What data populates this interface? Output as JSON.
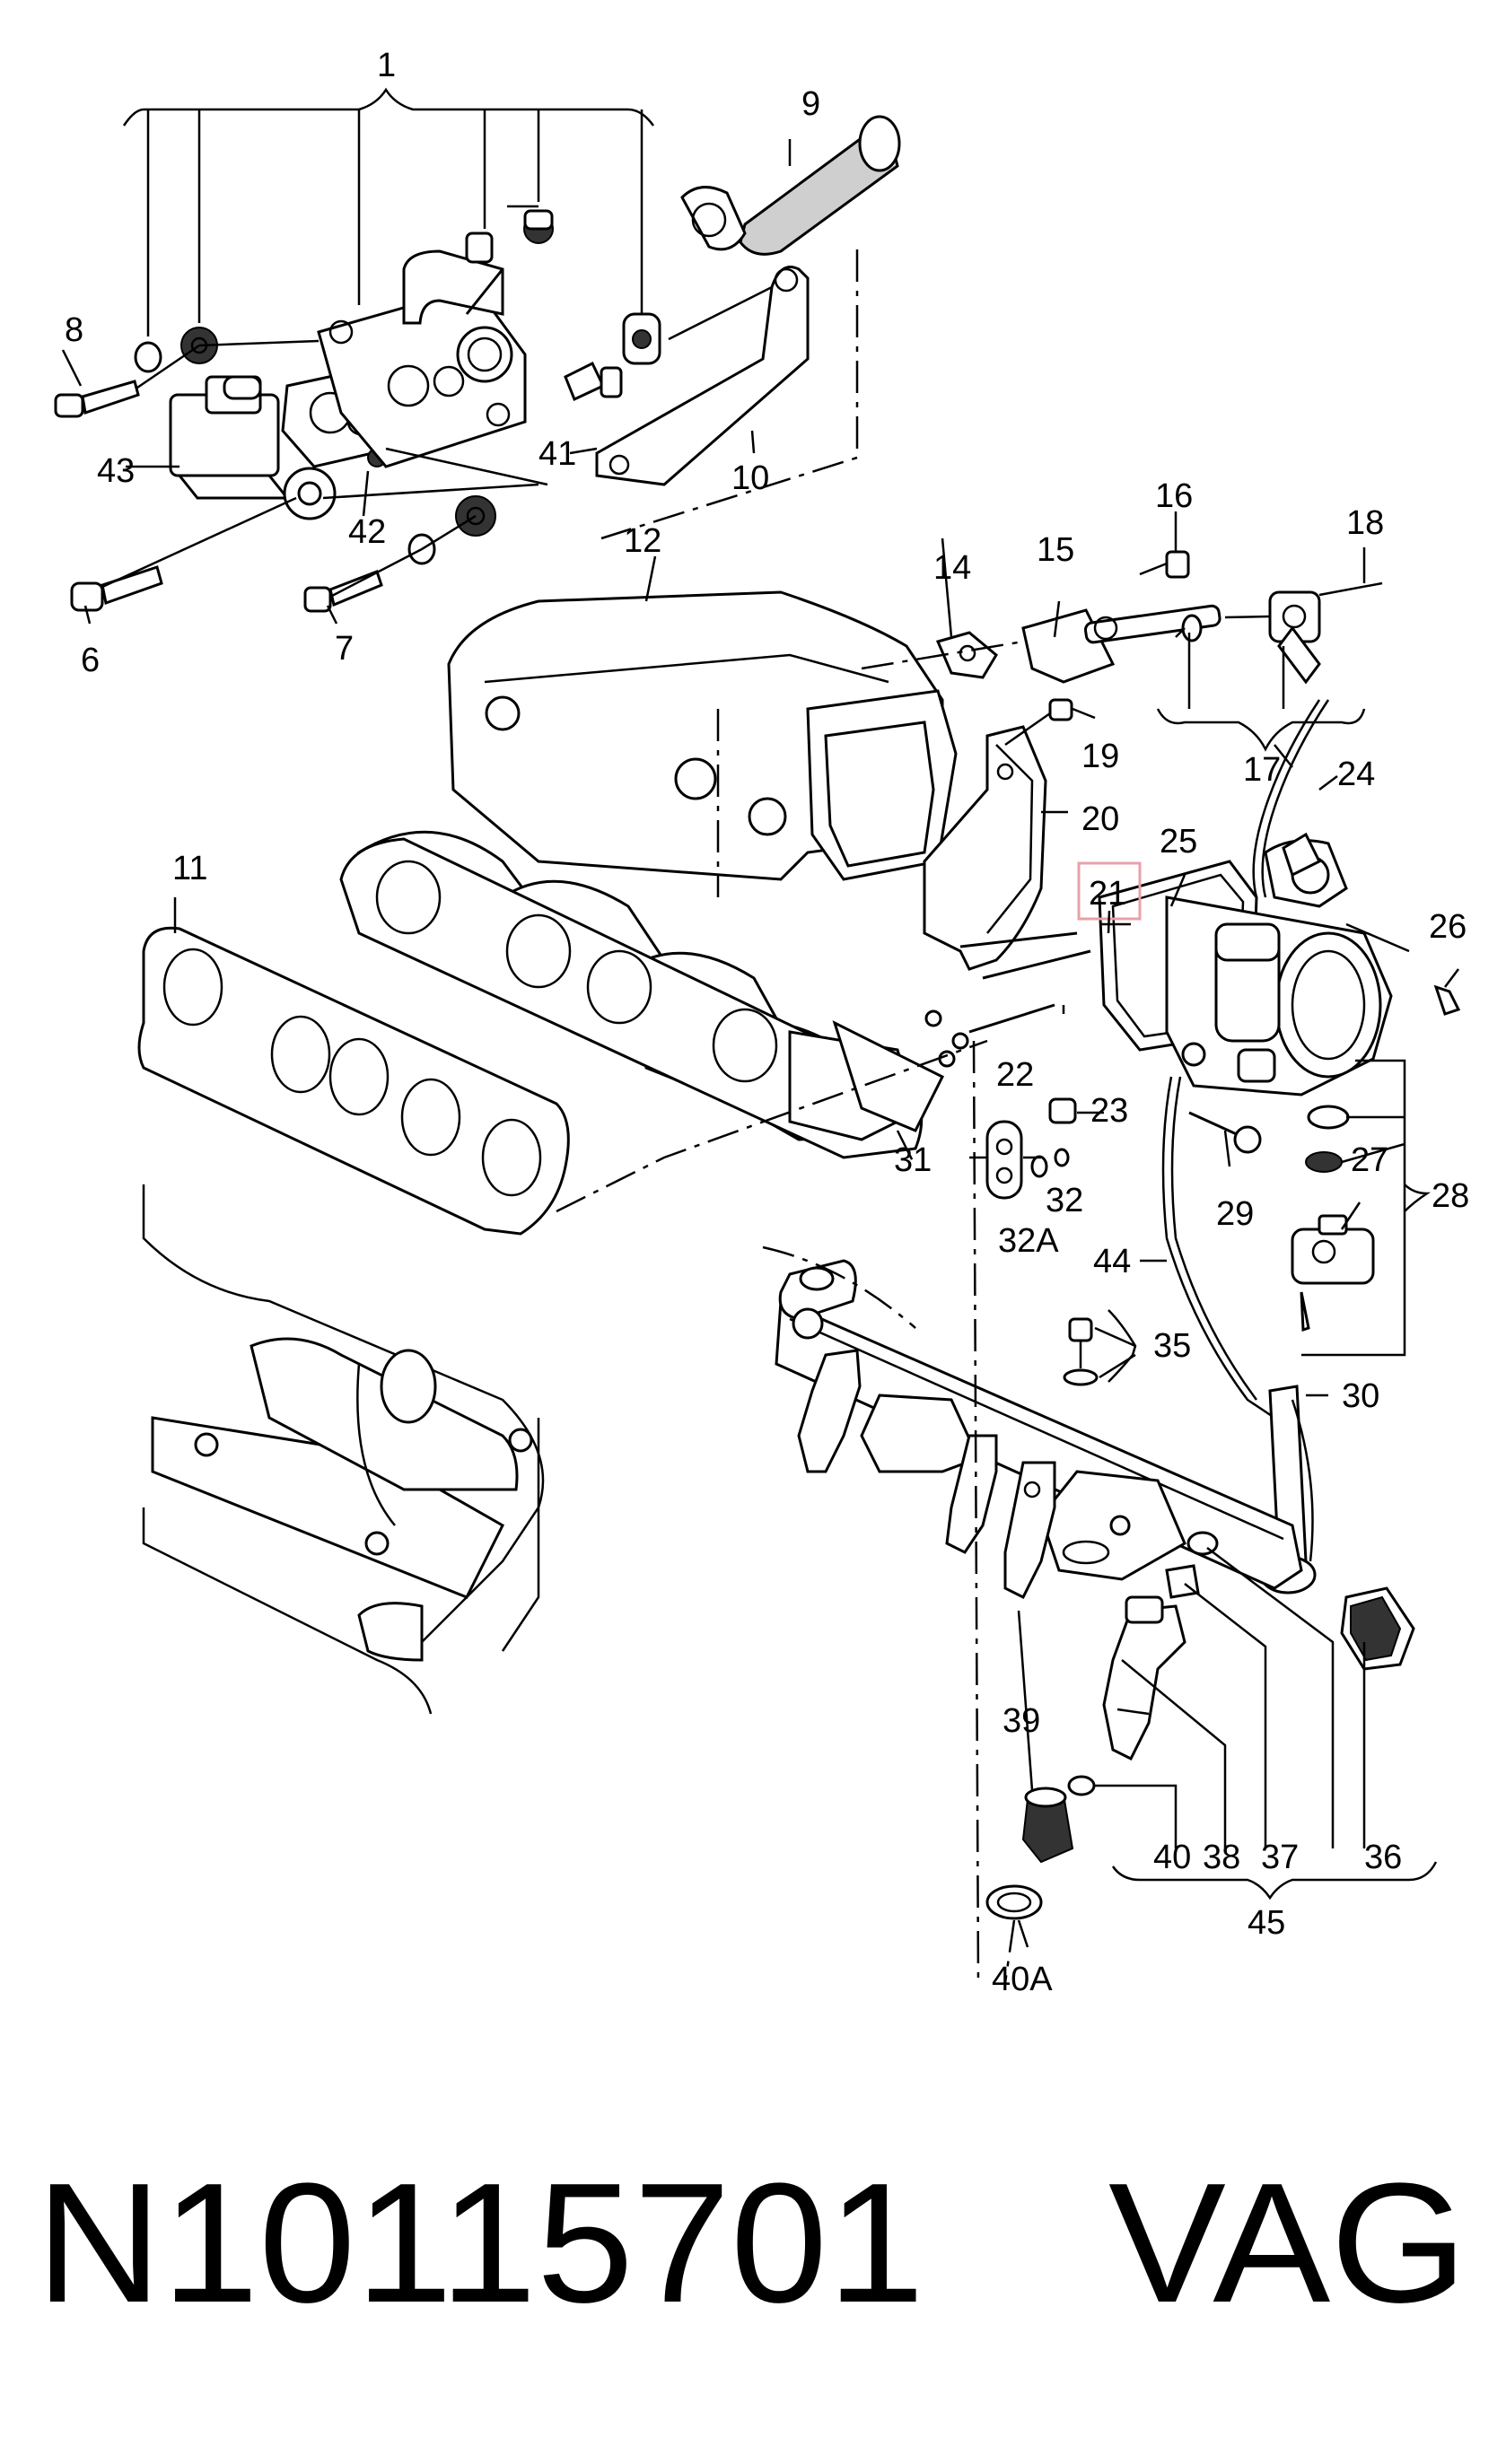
{
  "callouts": {
    "c1": "1",
    "c6": "6",
    "c7": "7",
    "c8": "8",
    "c9": "9",
    "c10": "10",
    "c11": "11",
    "c12": "12",
    "c14": "14",
    "c15": "15",
    "c16": "16",
    "c17": "17",
    "c18": "18",
    "c19": "19",
    "c20": "20",
    "c21": "21",
    "c22": "22",
    "c23": "23",
    "c24": "24",
    "c25": "25",
    "c26": "26",
    "c27": "27",
    "c28": "28",
    "c29": "29",
    "c30": "30",
    "c31": "31",
    "c32": "32",
    "c32a": "32A",
    "c35": "35",
    "c36": "36",
    "c37": "37",
    "c38": "38",
    "c39": "39",
    "c40": "40",
    "c40a": "40A",
    "c41": "41",
    "c42": "42",
    "c43": "43",
    "c44": "44",
    "c45": "45"
  },
  "highlight": {
    "callout": "21",
    "color": "#e8a0a8"
  },
  "footer": {
    "part_number": "N10115701",
    "brand": "VAG"
  }
}
